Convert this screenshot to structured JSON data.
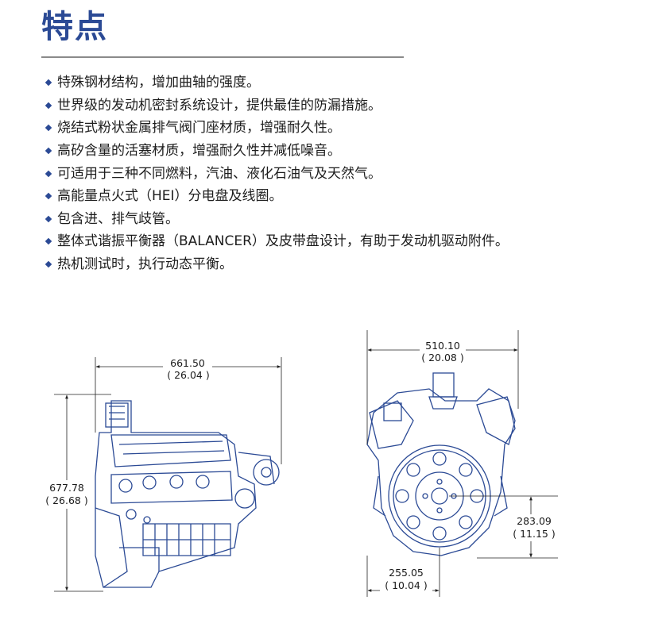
{
  "page": {
    "title": "特点",
    "accent_color": "#2b4a95"
  },
  "features": [
    "特殊钢材结构，增加曲轴的强度。",
    "世界级的发动机密封系统设计，提供最佳的防漏措施。",
    "烧结式粉状金属排气阀门座材质，增强耐久性。",
    "高矽含量的活塞材质，增强耐久性并减低噪音。",
    "可适用于三种不同燃料，汽油、液化石油气及天然气。",
    "高能量点火式（HEI）分电盘及线圈。",
    "包含进、排气歧管。",
    "整体式谐振平衡器（BALANCER）及皮带盘设计，有助于发动机驱动附件。",
    "热机测试时，执行动态平衡。"
  ],
  "dimensions": {
    "side_view": {
      "length_mm": "661.50",
      "length_in": "( 26.04 )",
      "height_mm": "677.78",
      "height_in": "( 26.68 )"
    },
    "front_view": {
      "width_mm": "510.10",
      "width_in": "( 20.08 )",
      "crank_height_mm": "283.09",
      "crank_height_in": "( 11.15 )",
      "crank_offset_mm": "255.05",
      "crank_offset_in": "( 10.04 )"
    }
  }
}
